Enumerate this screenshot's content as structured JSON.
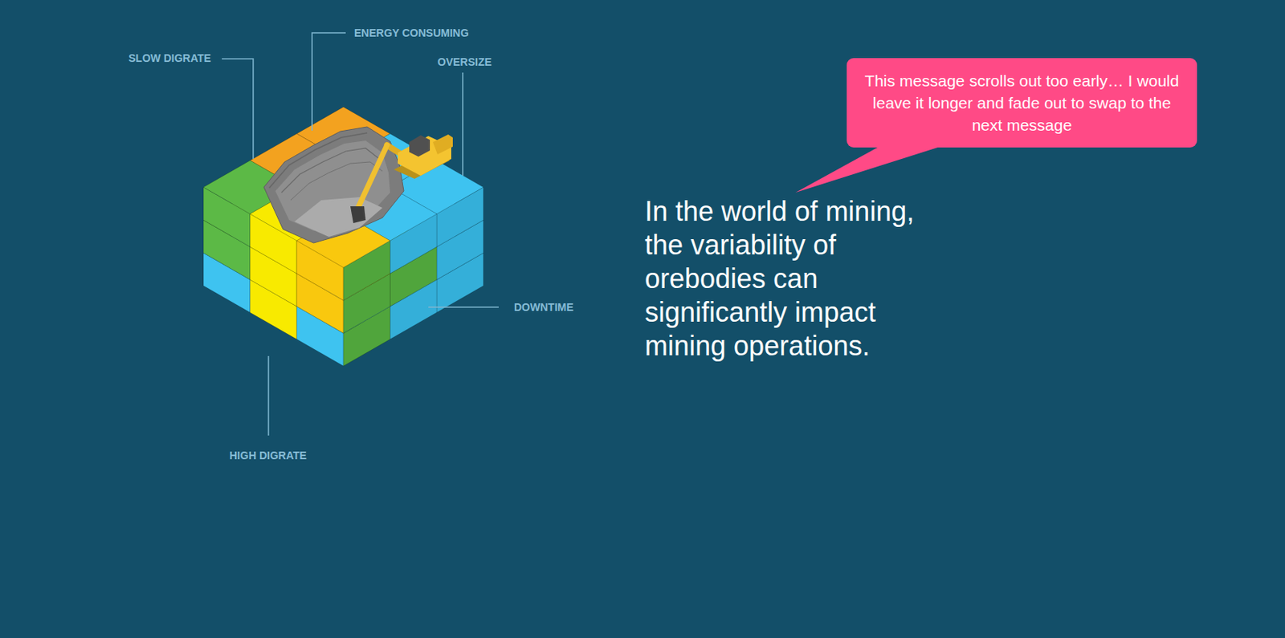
{
  "diagram": {
    "nodes": [
      {
        "text": [
          "This message scrolls out too early… I would leave it longer and fade out to swap to the next message"
        ]
      }
    ],
    "labels": [
      "SLOW DIGRATE",
      "ENERGY CONSUMING",
      "OVERSIZE",
      "DOWNTIME",
      "HIGH DIGRATE",
      "In the world of mining, the variability of orebodies can significantly impact mining operations."
    ]
  }
}
